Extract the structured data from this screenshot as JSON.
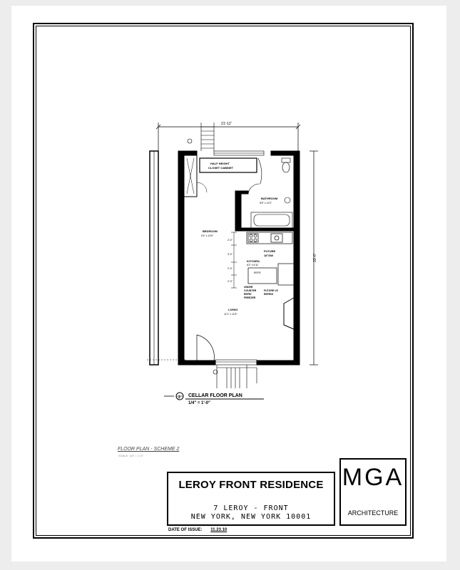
{
  "drawing": {
    "title": "CELLAR FLOOR PLAN",
    "scale": "1/4\" = 1'-0\"",
    "detail_number": "2",
    "dimension_width": "21'-11\"",
    "dimension_length": "33'-0\"",
    "dimension_kitchen_a": "2'-0\"",
    "dimension_kitchen_b": "3'-0\"",
    "dimension_kitchen_c": "2'-0\"",
    "dimension_kitchen_d": "2'-0\""
  },
  "rooms": {
    "closet_line1": "HALF HEIGHT",
    "closet_line2": "CLOSET CABINET",
    "bathroom_name": "BATHROOM",
    "bathroom_size": "5'6\" x 11'0\"",
    "bedroom_name": "BEDROOM",
    "bedroom_size": "9'4\" x 10'0\"",
    "future_dw_line1": "FUTURE",
    "future_dw_line2": "18\"DW",
    "kitchen_name": "KITCHEN",
    "kitchen_size": "6'2\" x 6'11\"",
    "refr": "REFR",
    "under_counter_1": "UNDER",
    "under_counter_2": "COUNTER",
    "under_counter_3": "REFR/",
    "under_counter_4": "FREEZER",
    "future_uc_1": "FUTURE UC",
    "future_uc_2": "REFRIG",
    "living_name": "LIVING",
    "living_size": "11'2\" x 11'5\""
  },
  "scheme": {
    "label": "FLOOR PLAN - SCHEME 2",
    "scale": "SCALE: 1/4\" = 1'-0\""
  },
  "title_block": {
    "project": "LEROY FRONT RESIDENCE",
    "address_line1": "7 LEROY - FRONT",
    "address_line2": "NEW YORK, NEW YORK 10001",
    "issue_label": "DATE OF ISSUE:",
    "issue_date": "11.23.10"
  },
  "firm": {
    "logo": "MGA",
    "name": "ARCHITECTURE"
  }
}
